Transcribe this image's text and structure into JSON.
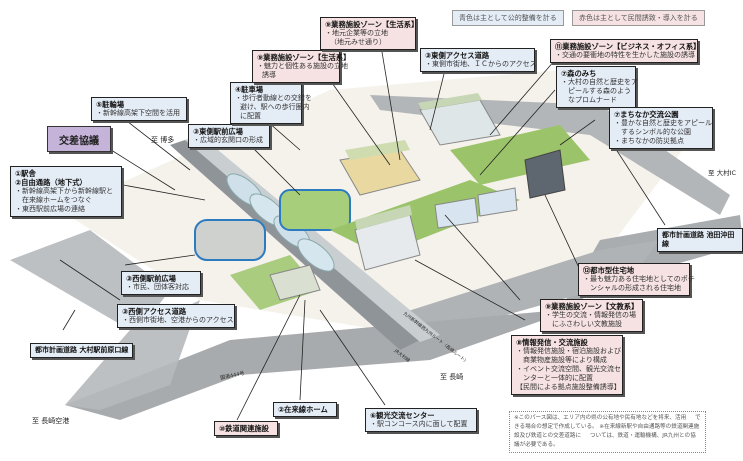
{
  "legend": {
    "blue_text": "青色は主として公的整備を計る",
    "pink_text": "赤色は主として民間誘致・導入を計る"
  },
  "colors": {
    "public_box": "#e4ecf6",
    "private_box": "#f6e2e2",
    "kosa_box": "#c5b3d9",
    "road": "#a9adb0",
    "green": "#9bc46a",
    "building": "#dfe6e8"
  },
  "kosa_label": "交差協議",
  "direction_labels": {
    "hakata": "至 博多",
    "omura_ic": "至 大村IC",
    "nagasaki": "至 長崎",
    "nagasaki_airport": "至 長崎空港",
    "route444": "国道444号",
    "shinkansen": "九州新幹線西九州ルート（長崎ルート）",
    "omura_line": "JR大村線"
  },
  "callouts": {
    "c1": {
      "title": "①駅舎",
      "title2": "②自由通路（地下式）",
      "lines": [
        "・新幹線高架下から新幹線駅と",
        "在来線ホームをつなぐ",
        "・東西駅前広場の連絡"
      ]
    },
    "c5": {
      "title": "⑤駐輪場",
      "lines": [
        "・新幹線高架下空間を活用"
      ]
    },
    "c3e": {
      "title": "③東側駅前広場",
      "lines": [
        "・広域的玄関口の形成"
      ]
    },
    "c4": {
      "title": "④駐車場",
      "lines": [
        "・歩行者動線との交錯を",
        "避け、駅への歩行圏内",
        "に配置"
      ]
    },
    "c9a": {
      "title": "⑨業務施設ゾーン【生活系】",
      "lines": [
        "・魅力と個性ある施設の立地",
        "誘導"
      ]
    },
    "c9b": {
      "title": "⑨業務施設ゾーン【生活系】",
      "lines": [
        "・地元企業等の立地",
        "（地元みせ通り）"
      ]
    },
    "c3acc": {
      "title": "③東側アクセス道路",
      "lines": [
        "・東側市街地、ＩＣからのアクセス"
      ]
    },
    "c11": {
      "title": "⑪業務施設ゾーン【ビジネス・オフィス系】",
      "lines": [
        "・交通の要衝地の特性を生かした施設の誘導"
      ]
    },
    "c7mori": {
      "title": "⑦森のみち",
      "lines": [
        "・大村の自然と歴史をア",
        "ピールする森のよう",
        "なプロムナード"
      ]
    },
    "c7park": {
      "title": "⑦まちなか交流公園",
      "lines": [
        "・豊かな自然と歴史をアピール",
        "するシンボル的な公園",
        "・まちなかの防災拠点"
      ]
    },
    "c12": {
      "title": "⑫都市型住宅地",
      "lines": [
        "・最も魅力ある住宅地としてのポテ",
        "ンシャルの形成される住宅地"
      ]
    },
    "c9edu": {
      "title": "⑨業務施設ゾーン【文教系】",
      "lines": [
        "・学生の交流・情報発信の場",
        "にふさわしい文教施設"
      ]
    },
    "c8": {
      "title": "⑧情報発信・交流施設",
      "lines": [
        "・情報発信施設・宿泊施設および",
        "商業物産施設等により構成",
        "・イベント交流空間、観光交流セ",
        "ンターと一体的に配置",
        "【民間による拠点施設整備誘導】"
      ]
    },
    "c3w": {
      "title": "③西側駅前広場",
      "lines": [
        "・市民、団体客対応"
      ]
    },
    "c3wacc": {
      "title": "③西側アクセス道路",
      "lines": [
        "・西側市街地、空港からのアクセス"
      ]
    },
    "c6": {
      "title": "⑥観光交流センター",
      "lines": [
        "・駅コンコース内に面して配置"
      ]
    },
    "c2": {
      "title": "②在来線ホーム"
    },
    "c10": {
      "title": "⑩鉄道関連施設"
    }
  },
  "road_boxes": {
    "ikedaoki": [
      "都市計画道路",
      "池田沖田線"
    ],
    "omuraekimae": [
      "都市計画道路",
      "大村駅前原口線"
    ]
  },
  "note": {
    "lines": [
      "※このパース図は、エリア内の県の公有地や民有地などを将来、活用",
      "できる場合の想定で作成している。",
      "※在来線新駅や自由通路等の鉄道関連施設及び鉄道との交差道路に",
      "ついては、鉄道・運輸機構、JR九州との協議が必要である。"
    ]
  }
}
